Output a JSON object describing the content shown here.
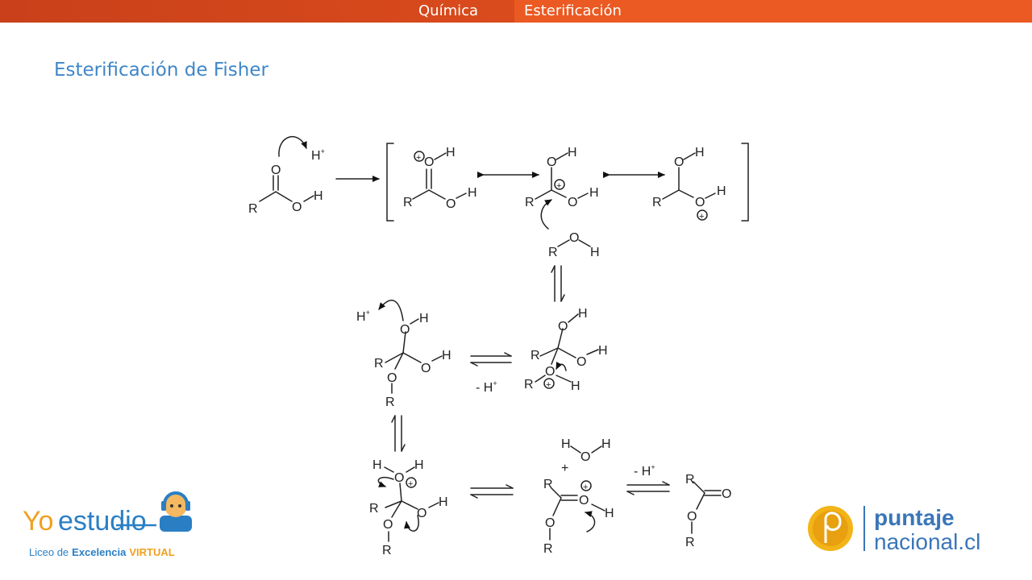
{
  "header": {
    "subject": "Química",
    "topic": "Esterificación"
  },
  "slide": {
    "title": "Esterificación de Fisher"
  },
  "diagram": {
    "labels": {
      "proton": "H",
      "proton_charge": "+",
      "r": "R",
      "o": "O",
      "h": "H",
      "plus_charge": "+",
      "minus_h": "- H",
      "plus": "+"
    }
  },
  "logos": {
    "left": {
      "brand_yo": "Yo",
      "brand_estudio": "estudio",
      "tagline_1": "Liceo de",
      "tagline_2": "Excelencia",
      "tagline_3": "VIRTUAL"
    },
    "right": {
      "line1": "puntaje",
      "line2": "nacional.cl"
    }
  },
  "colors": {
    "header_bar": "#e85a22",
    "title": "#3f86c8",
    "logo_orange": "#f0a020",
    "logo_blue": "#2a7fc4",
    "puntaje_blue": "#3a76b8"
  }
}
